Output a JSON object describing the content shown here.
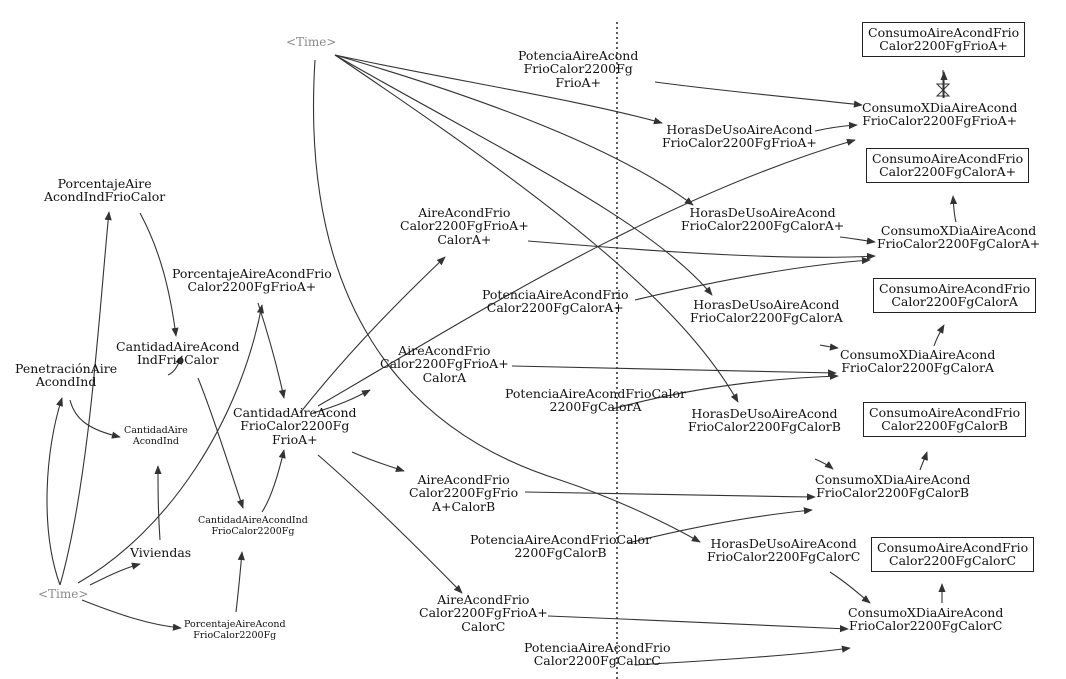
{
  "diagram": {
    "nodes": {
      "time_top": "<Time>",
      "time_bottom": "<Time>",
      "porcentaje_aire_acond_ind": "PorcentajeAire\nAcondIndFrioCalor",
      "porcentaje_frio_a_plus": "PorcentajeAireAcondFrio\nCalor2200FgFrioA+",
      "cantidad_aire_acond_ind_frio_calor": "CantidadAireAcond\nIndFrioCalor",
      "penetracion_aire_acond_ind": "PenetraciónAire\nAcondInd",
      "cantidad_aire_acond_ind": "CantidadAire\nAcondInd",
      "cantidad_frio_calor_2200_frio_a_plus": "CantidadAireAcond\nFrioCalor2200Fg\nFrioA+",
      "cantidad_aire_acond_ind_frio_calor_2200": "CantidadAireAcondInd\nFrioCalor2200Fg",
      "viviendas": "Viviendas",
      "porcentaje_aire_acond_frio_calor_2200": "PorcentajeAireAcond\nFrioCalor2200Fg",
      "aire_frio_a_plus_calor_a_plus": "AireAcondFrio\nCalor2200FgFrioA+\nCalorA+",
      "aire_frio_a_plus_calor_a": "AireAcondFrio\nCalor2200FgFrioA+\nCalorA",
      "aire_frio_a_plus_calor_b": "AireAcondFrio\nCalor2200FgFrio\nA+CalorB",
      "aire_frio_a_plus_calor_c": "AireAcondFrio\nCalor2200FgFrioA+\nCalorC",
      "potencia_frio_a_plus": "PotenciaAireAcond\nFrioCalor2200Fg\nFrioA+",
      "potencia_calor_a_plus": "PotenciaAireAcondFrio\nCalor2200FgCalorA+",
      "potencia_calor_a": "PotenciaAireAcondFrioCalor\n2200FgCalorA",
      "potencia_calor_b": "PotenciaAireAcondFrioCalor\n2200FgCalorB",
      "potencia_calor_c": "PotenciaAireAcondFrio\nCalor2200FgCalorC",
      "horas_frio_a_plus": "HorasDeUsoAireAcond\nFrioCalor2200FgFrioA+",
      "horas_calor_a_plus": "HorasDeUsoAireAcond\nFrioCalor2200FgCalorA+",
      "horas_calor_a": "HorasDeUsoAireAcond\nFrioCalor2200FgCalorA",
      "horas_calor_b": "HorasDeUsoAireAcond\nFrioCalor2200FgCalorB",
      "horas_calor_c": "HorasDeUsoAireAcond\nFrioCalor2200FgCalorC",
      "consumo_dia_frio_a_plus": "ConsumoXDiaAireAcond\nFrioCalor2200FgFrioA+",
      "consumo_dia_calor_a_plus": "ConsumoXDiaAireAcond\nFrioCalor2200FgCalorA+",
      "consumo_dia_calor_a": "ConsumoXDiaAireAcond\nFrioCalor2200FgCalorA",
      "consumo_dia_calor_b": "ConsumoXDiaAireAcond\nFrioCalor2200FgCalorB",
      "consumo_dia_calor_c": "ConsumoXDiaAireAcond\nFrioCalor2200FgCalorC",
      "consumo_frio_a_plus": "ConsumoAireAcondFrio\nCalor2200FgFrioA+",
      "consumo_calor_a_plus": "ConsumoAireAcondFrio\nCalor2200FgCalorA+",
      "consumo_calor_a": "ConsumoAireAcondFrio\nCalor2200FgCalorA",
      "consumo_calor_b": "ConsumoAireAcondFrio\nCalor2200FgCalorB",
      "consumo_calor_c": "ConsumoAireAcondFrio\nCalor2200FgCalorC"
    }
  }
}
